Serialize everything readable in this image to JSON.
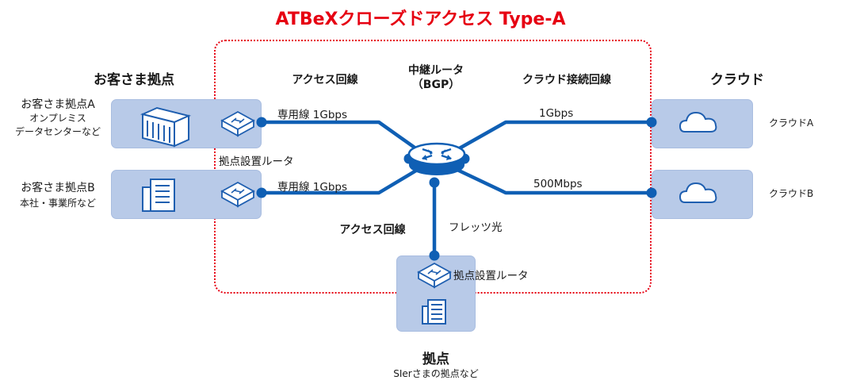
{
  "title": "ATBeXクローズドアクセス Type-A",
  "headers": {
    "customer": "お客さま拠点",
    "access": "アクセス回線",
    "relay_line1": "中継ルータ",
    "relay_line2": "（BGP）",
    "cloud_conn": "クラウド接続回線",
    "cloud": "クラウド",
    "access_bottom": "アクセス回線",
    "base": "拠点"
  },
  "site_a": {
    "name": "お客さま拠点A",
    "desc1": "オンプレミス",
    "desc2": "データセンターなど"
  },
  "site_b": {
    "name": "お客さま拠点B",
    "desc": "本社・事業所など"
  },
  "links": {
    "a_line": "専用線 1Gbps",
    "b_line": "専用線 1Gbps",
    "router_label": "拠点設置ルータ",
    "cloud_a_speed": "1Gbps",
    "cloud_b_speed": "500Mbps",
    "flets": "フレッツ光",
    "bottom_router": "拠点設置ルータ"
  },
  "clouds": {
    "a": "クラウドA",
    "b": "クラウドB"
  },
  "base_desc": "SIerさまの拠点など",
  "colors": {
    "title": "#e60012",
    "line": "#0f5fb4",
    "box": "#b8cae8",
    "icon": "#1f5fb0"
  }
}
